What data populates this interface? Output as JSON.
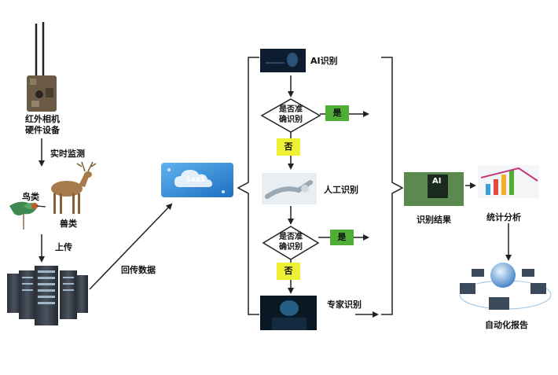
{
  "labels": {
    "camera": "红外相机\n硬件设备",
    "realtime": "实时监测",
    "birds": "鸟类",
    "beasts": "兽类",
    "upload": "上传",
    "return_data": "回传数据",
    "saas": "SaaS",
    "ai_recognition": "AI识别",
    "decision1": "是否准\n确识别",
    "yes1": "是",
    "no1": "否",
    "manual": "人工识别",
    "decision2": "是否准\n确识别",
    "yes2": "是",
    "no2": "否",
    "expert": "专家识别",
    "result": "识别结果",
    "stats": "统计分析",
    "report": "自动化报告",
    "ai_chip": "AI"
  },
  "colors": {
    "yes_tag": "#4fae35",
    "no_tag": "#eef034",
    "saas_blue": "#2e86d6",
    "line": "#222222"
  }
}
